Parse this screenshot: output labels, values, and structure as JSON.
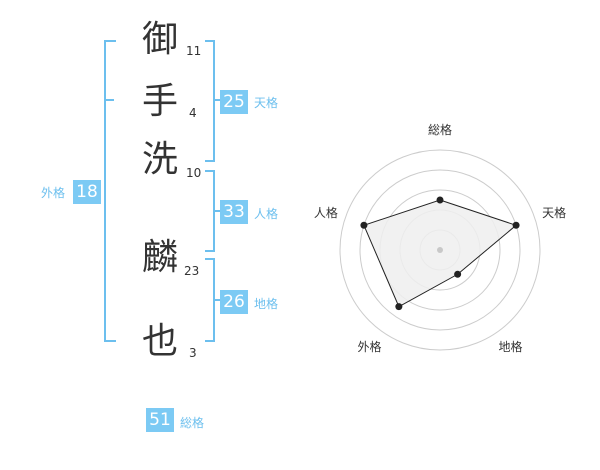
{
  "name_chars": [
    {
      "char": "御",
      "strokes": "11"
    },
    {
      "char": "手",
      "strokes": "4"
    },
    {
      "char": "洗",
      "strokes": "10"
    },
    {
      "char": "麟",
      "strokes": "23"
    },
    {
      "char": "也",
      "strokes": "3"
    }
  ],
  "kaku": {
    "ten": {
      "value": "25",
      "label": "天格"
    },
    "jin": {
      "value": "33",
      "label": "人格"
    },
    "chi": {
      "value": "26",
      "label": "地格"
    },
    "gai": {
      "value": "18",
      "label": "外格"
    },
    "sou": {
      "value": "51",
      "label": "総格"
    }
  },
  "chart_data": {
    "type": "radar",
    "axes": [
      "総格",
      "天格",
      "地格",
      "外格",
      "人格"
    ],
    "values": [
      2.5,
      4,
      1.5,
      3.5,
      4
    ],
    "max": 5,
    "colors": {
      "fill": "#efefef",
      "stroke": "#222222",
      "grid": "#cccccc",
      "accent": "#7ccaf4"
    }
  }
}
